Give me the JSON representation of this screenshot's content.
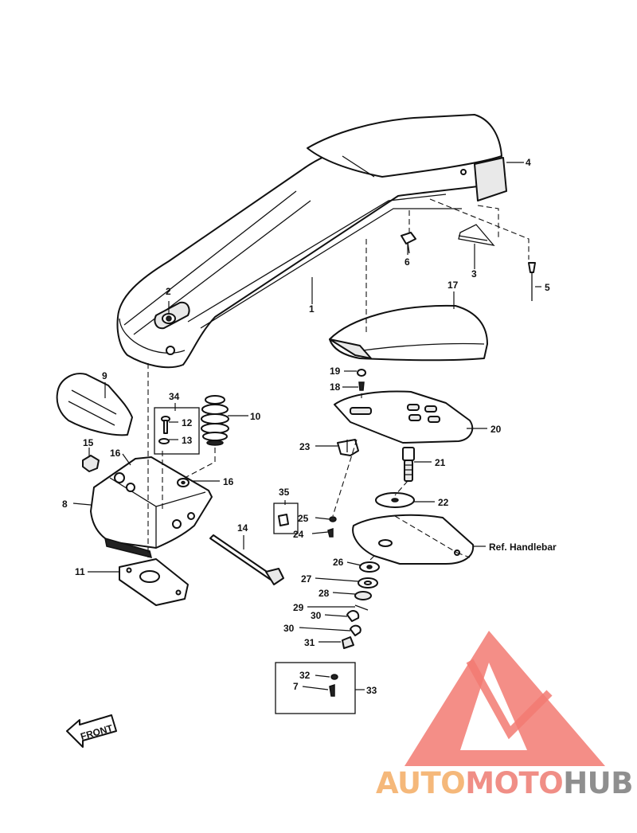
{
  "diagram": {
    "callouts": [
      {
        "id": "c-1",
        "text": "1"
      },
      {
        "id": "c-2",
        "text": "2"
      },
      {
        "id": "c-3",
        "text": "3"
      },
      {
        "id": "c-4",
        "text": "4"
      },
      {
        "id": "c-5",
        "text": "5"
      },
      {
        "id": "c-6",
        "text": "6"
      },
      {
        "id": "c-7",
        "text": "7"
      },
      {
        "id": "c-8",
        "text": "8"
      },
      {
        "id": "c-9",
        "text": "9"
      },
      {
        "id": "c-10",
        "text": "10"
      },
      {
        "id": "c-11",
        "text": "11"
      },
      {
        "id": "c-12",
        "text": "12"
      },
      {
        "id": "c-13",
        "text": "13"
      },
      {
        "id": "c-14",
        "text": "14"
      },
      {
        "id": "c-15",
        "text": "15"
      },
      {
        "id": "c-16a",
        "text": "16"
      },
      {
        "id": "c-16b",
        "text": "16"
      },
      {
        "id": "c-17",
        "text": "17"
      },
      {
        "id": "c-18",
        "text": "18"
      },
      {
        "id": "c-19",
        "text": "19"
      },
      {
        "id": "c-20",
        "text": "20"
      },
      {
        "id": "c-21",
        "text": "21"
      },
      {
        "id": "c-22",
        "text": "22"
      },
      {
        "id": "c-23",
        "text": "23"
      },
      {
        "id": "c-24",
        "text": "24"
      },
      {
        "id": "c-25",
        "text": "25"
      },
      {
        "id": "c-26",
        "text": "26"
      },
      {
        "id": "c-27",
        "text": "27"
      },
      {
        "id": "c-28",
        "text": "28"
      },
      {
        "id": "c-29",
        "text": "29"
      },
      {
        "id": "c-30a",
        "text": "30"
      },
      {
        "id": "c-30b",
        "text": "30"
      },
      {
        "id": "c-31",
        "text": "31"
      },
      {
        "id": "c-32",
        "text": "32"
      },
      {
        "id": "c-33",
        "text": "33"
      },
      {
        "id": "c-34",
        "text": "34"
      },
      {
        "id": "c-35",
        "text": "35"
      }
    ],
    "ref_label": "Ref. Handlebar",
    "front_label": "FRONT"
  },
  "watermark": {
    "part1": "AUTO",
    "part2": "MOTO",
    "part3": "HUB",
    "colors": {
      "auto": "#f5b87a",
      "moto": "#f08e86",
      "hub": "#8f8f8f",
      "triangle": "#f27a72"
    }
  }
}
